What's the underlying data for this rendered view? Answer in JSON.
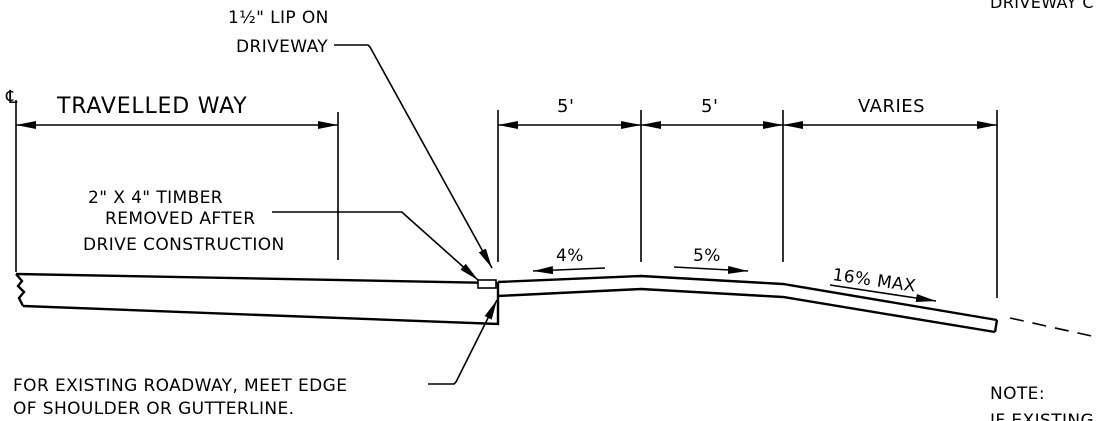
{
  "labels": {
    "top_right_fragment": "DRIVEWAY C",
    "lip_line1": "1½\" LIP ON",
    "lip_line2": "DRIVEWAY",
    "centerline": "℄",
    "travelled_way": "TRAVELLED WAY",
    "timber_line1": "2\" X 4\" TIMBER",
    "timber_line2": "REMOVED AFTER",
    "timber_line3": "DRIVE CONSTRUCTION",
    "existing_line1": "FOR EXISTING ROADWAY, MEET EDGE",
    "existing_line2": "OF SHOULDER OR GUTTERLINE.",
    "note_title": "NOTE:",
    "note_fragment": "IF EXISTING"
  },
  "dimensions": {
    "segment1": "5'",
    "segment2": "5'",
    "segment3": "VARIES"
  },
  "slopes": {
    "slope1": "4%",
    "slope2": "5%",
    "slope3": "16% MAX"
  }
}
